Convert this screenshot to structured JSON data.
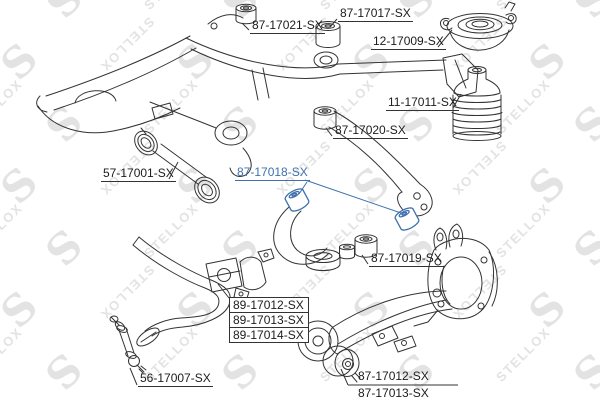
{
  "page": {
    "kind": "auto-parts-suspension-diagram",
    "brand": "STELLOX"
  },
  "watermark": {
    "text": "STELLOX",
    "logo_letter": "S"
  },
  "colors": {
    "background": "#ffffff",
    "line_art": "#333333",
    "label_text": "#1c1c1c",
    "highlight_blue": "#3e71ad",
    "watermark_gray": "#e3e3e3"
  },
  "part_labels": [
    {
      "text": "87-17021-SX",
      "highlighted": false,
      "part": "subframe-front-bushing"
    },
    {
      "text": "87-17017-SX",
      "highlighted": false,
      "part": "subframe-rear-bushing"
    },
    {
      "text": "12-17009-SX",
      "highlighted": false,
      "part": "strut-top-mount"
    },
    {
      "text": "11-17011-SX",
      "highlighted": false,
      "part": "shock-dust-boot"
    },
    {
      "text": "87-17020-SX",
      "highlighted": false,
      "part": "upper-arm-bushing"
    },
    {
      "text": "57-17001-SX",
      "highlighted": false,
      "part": "lateral-rod"
    },
    {
      "text": "87-17018-SX",
      "highlighted": true,
      "part": "control-arm-bushings-highlighted"
    },
    {
      "text": "87-17019-SX",
      "highlighted": false,
      "part": "arm-bushing"
    },
    {
      "text": "89-17012-SX",
      "highlighted": false,
      "part": "stabilizer-bushing-kit"
    },
    {
      "text": "89-17013-SX",
      "highlighted": false,
      "part": "stabilizer-bushing-kit"
    },
    {
      "text": "89-17014-SX",
      "highlighted": false,
      "part": "stabilizer-bushing-kit"
    },
    {
      "text": "56-17007-SX",
      "highlighted": false,
      "part": "stabilizer-link"
    },
    {
      "text": "87-17012-SX",
      "highlighted": false,
      "part": "trailing-arm-bushing"
    },
    {
      "text": "87-17013-SX",
      "highlighted": false,
      "part": "trailing-arm-bushing"
    }
  ]
}
